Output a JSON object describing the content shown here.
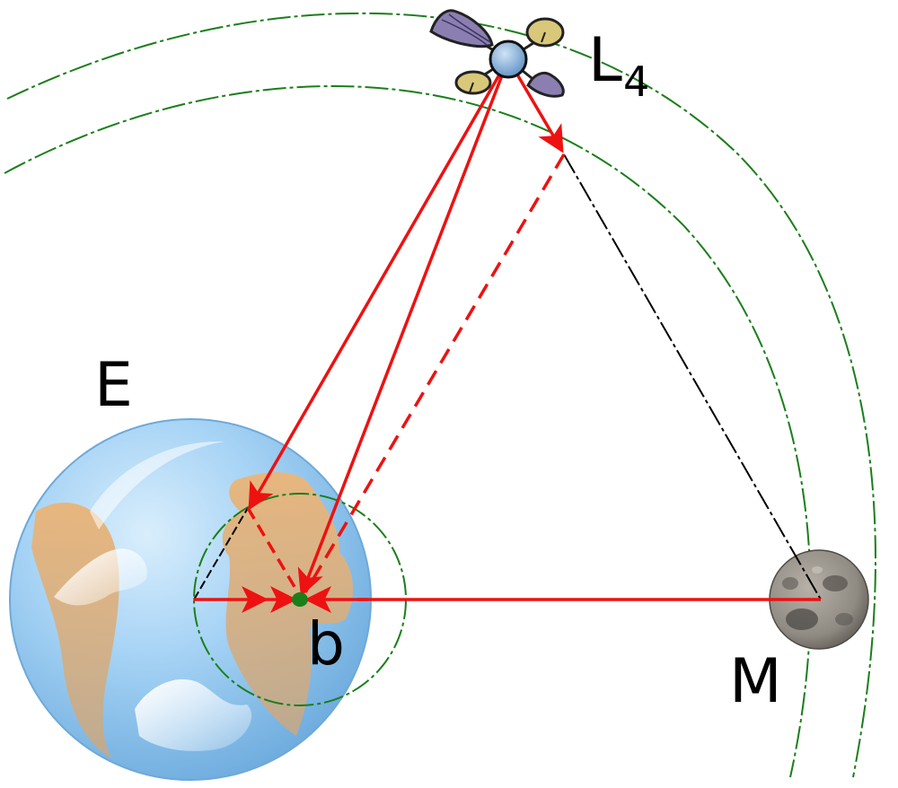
{
  "labels": {
    "earth": "E",
    "moon": "M",
    "lagrange_main": "L",
    "lagrange_sub": "4",
    "barycenter": "b"
  },
  "colors": {
    "orbit": "#1a7f1a",
    "force_arrow": "#ee1111",
    "triangle_edge": "#000000",
    "earth_ocean": "#8cc4ee",
    "earth_land": "#e2b27a",
    "moon_surface": "#8a857e",
    "satellite_panel": "#8a7fb0",
    "satellite_dish": "#d9c77a"
  },
  "icons": {
    "earth": "earth-globe-icon",
    "moon": "moon-icon",
    "satellite": "satellite-icon"
  }
}
